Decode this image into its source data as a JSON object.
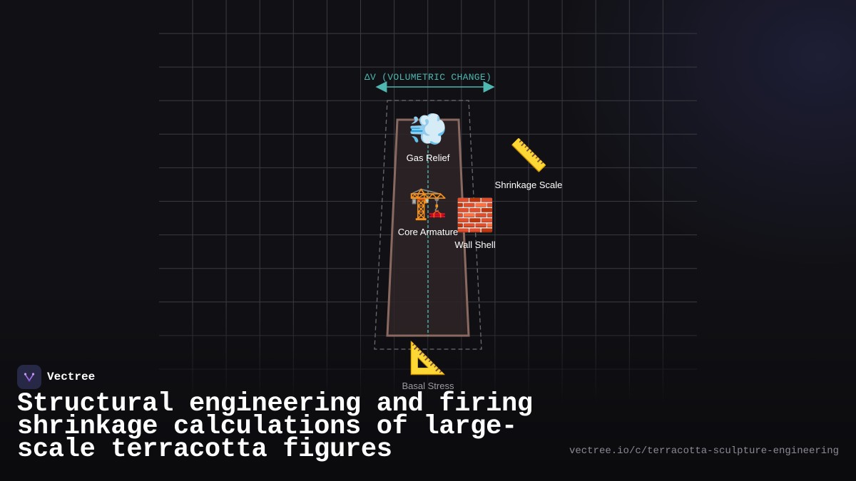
{
  "diagram": {
    "dimension_label": "ΔV (VOLUMETRIC CHANGE)",
    "nodes": {
      "gas_relief": {
        "icon": "dashing-wind-icon",
        "glyph": "💨",
        "label": "Gas Relief"
      },
      "shrinkage_scale": {
        "icon": "ruler-icon",
        "glyph": "📏",
        "label": "Shrinkage Scale"
      },
      "core_armature": {
        "icon": "building-crane-icon",
        "glyph": "🏗️",
        "label": "Core Armature"
      },
      "wall_shell": {
        "icon": "brick-icon",
        "glyph": "🧱",
        "label": "Wall Shell"
      },
      "basal_stress": {
        "icon": "triangular-ruler-icon",
        "glyph": "📐",
        "label": "Basal Stress"
      }
    },
    "colors": {
      "accent": "#4fb6b0",
      "shape_stroke": "#8a6a60",
      "shape_fill": "#2e2526",
      "grid": "#3a3a42"
    }
  },
  "brand": {
    "name": "Vectree",
    "logo_icon": "vectree-logo-icon"
  },
  "headline": "Structural engineering and firing shrinkage calculations of large-scale terracotta figures",
  "source_url": "vectree.io/c/terracotta-sculpture-engineering"
}
